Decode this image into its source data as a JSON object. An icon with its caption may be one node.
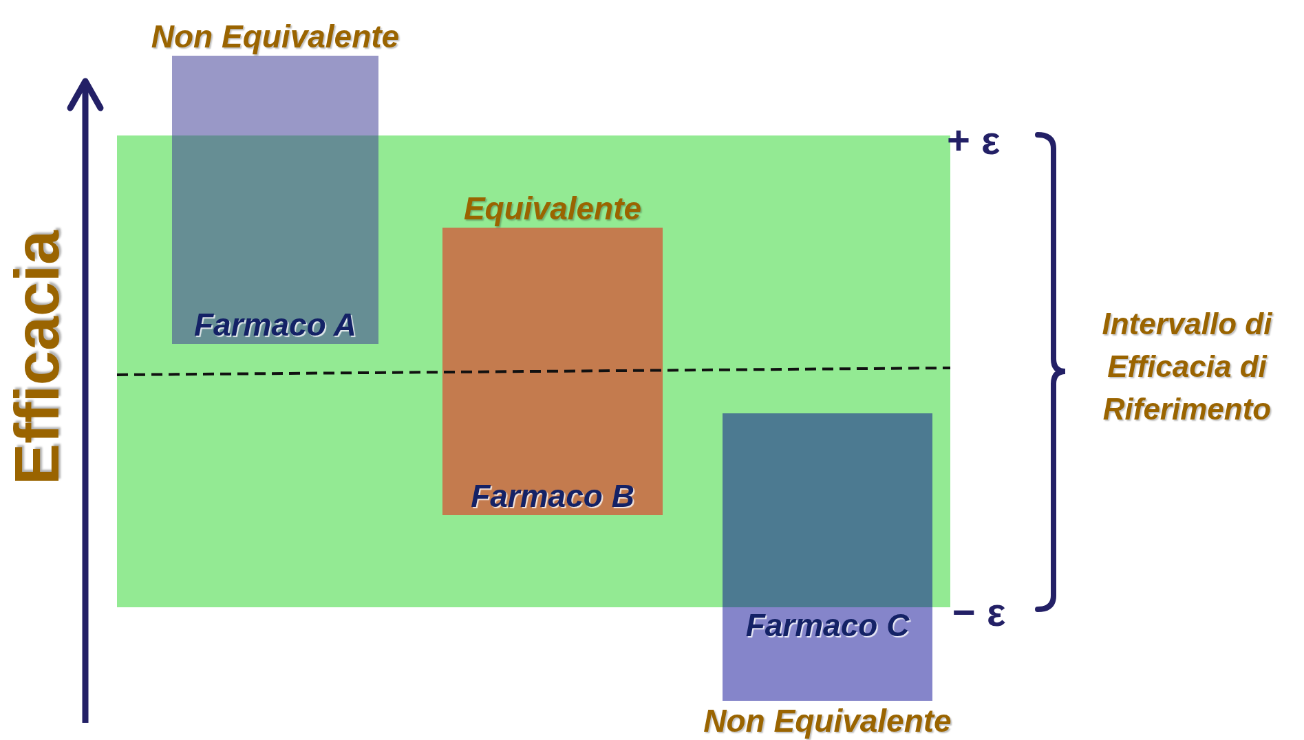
{
  "diagram": {
    "nodes": [
      {
        "text": [],
        "shape": "box"
      },
      {
        "text": [
          "Non Equivalente",
          "Farmaco A"
        ]
      },
      {
        "text": [
          "Equivalente",
          "Farmaco B"
        ],
        "in": 0
      },
      {
        "text": [
          "Farmaco C",
          "Non Equivalente"
        ]
      }
    ],
    "labels": [
      "Efficacia",
      "+ ε",
      "− ε",
      "Intervallo di Efficacia di Riferimento"
    ]
  }
}
